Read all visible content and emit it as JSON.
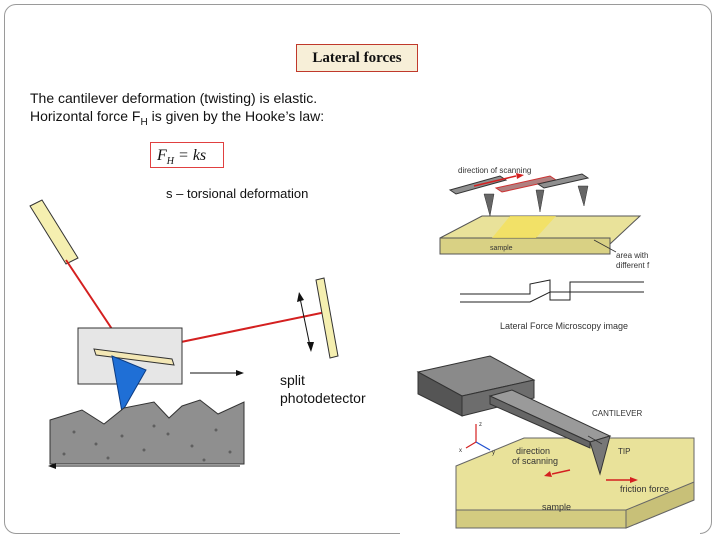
{
  "slide": {
    "title": "Lateral forces",
    "line1": "The cantilever deformation (twisting) is elastic.",
    "line2_prefix": "Horizontal force F",
    "line2_sub": "H",
    "line2_suffix": " is given by the Hooke’s law:",
    "formula_F": "F",
    "formula_sub": "H",
    "formula_rhs": " = ks",
    "s_definition": "s – torsional deformation",
    "detector_label_1": "split",
    "detector_label_2": "photodetector"
  },
  "figure_top_right": {
    "direction_label": "direction of scanning",
    "sample_label": "sample",
    "area_label_1": "area with",
    "area_label_2": "different f",
    "caption": "Lateral Force Microscopy image"
  },
  "figure_bottom_right": {
    "cantilever_label": "CANTILEVER",
    "tip_label": "TIP",
    "direction_label_1": "direction",
    "direction_label_2": "of scanning",
    "friction_label": "friction force",
    "sample_label": "sample",
    "axis_z": "z",
    "axis_x": "x",
    "axis_y": "y"
  },
  "colors": {
    "laser": "#d42020",
    "tip": "#1f6fd6",
    "sample_yellow": "#e9e29a",
    "title_border": "#c0392b"
  }
}
